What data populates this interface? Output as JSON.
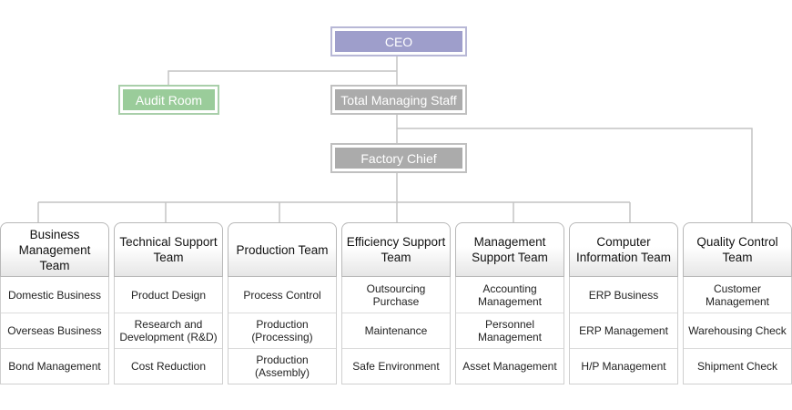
{
  "top": {
    "ceo": "CEO",
    "audit": "Audit Room",
    "staff": "Total Managing Staff",
    "factory": "Factory Chief"
  },
  "colors": {
    "ceo": "#9e9ecb",
    "audit": "#9acc9a",
    "staff": "#ababab",
    "lines": "#c4c4c4"
  },
  "teams": [
    {
      "name": "Business Management Team",
      "items": [
        "Domestic Business",
        "Overseas Business",
        "Bond Management"
      ]
    },
    {
      "name": "Technical Support Team",
      "items": [
        "Product Design",
        "Research and Development (R&D)",
        "Cost Reduction"
      ]
    },
    {
      "name": "Production Team",
      "items": [
        "Process Control",
        "Production (Processing)",
        "Production (Assembly)"
      ]
    },
    {
      "name": "Efficiency Support Team",
      "items": [
        "Outsourcing Purchase",
        "Maintenance",
        "Safe Environment"
      ]
    },
    {
      "name": "Management Support Team",
      "items": [
        "Accounting Management",
        "Personnel Management",
        "Asset Management"
      ]
    },
    {
      "name": "Computer Information Team",
      "items": [
        "ERP Business",
        "ERP Management",
        "H/P Management"
      ]
    },
    {
      "name": "Quality Control Team",
      "items": [
        "Customer Management",
        "Warehousing Check",
        "Shipment Check"
      ]
    }
  ]
}
